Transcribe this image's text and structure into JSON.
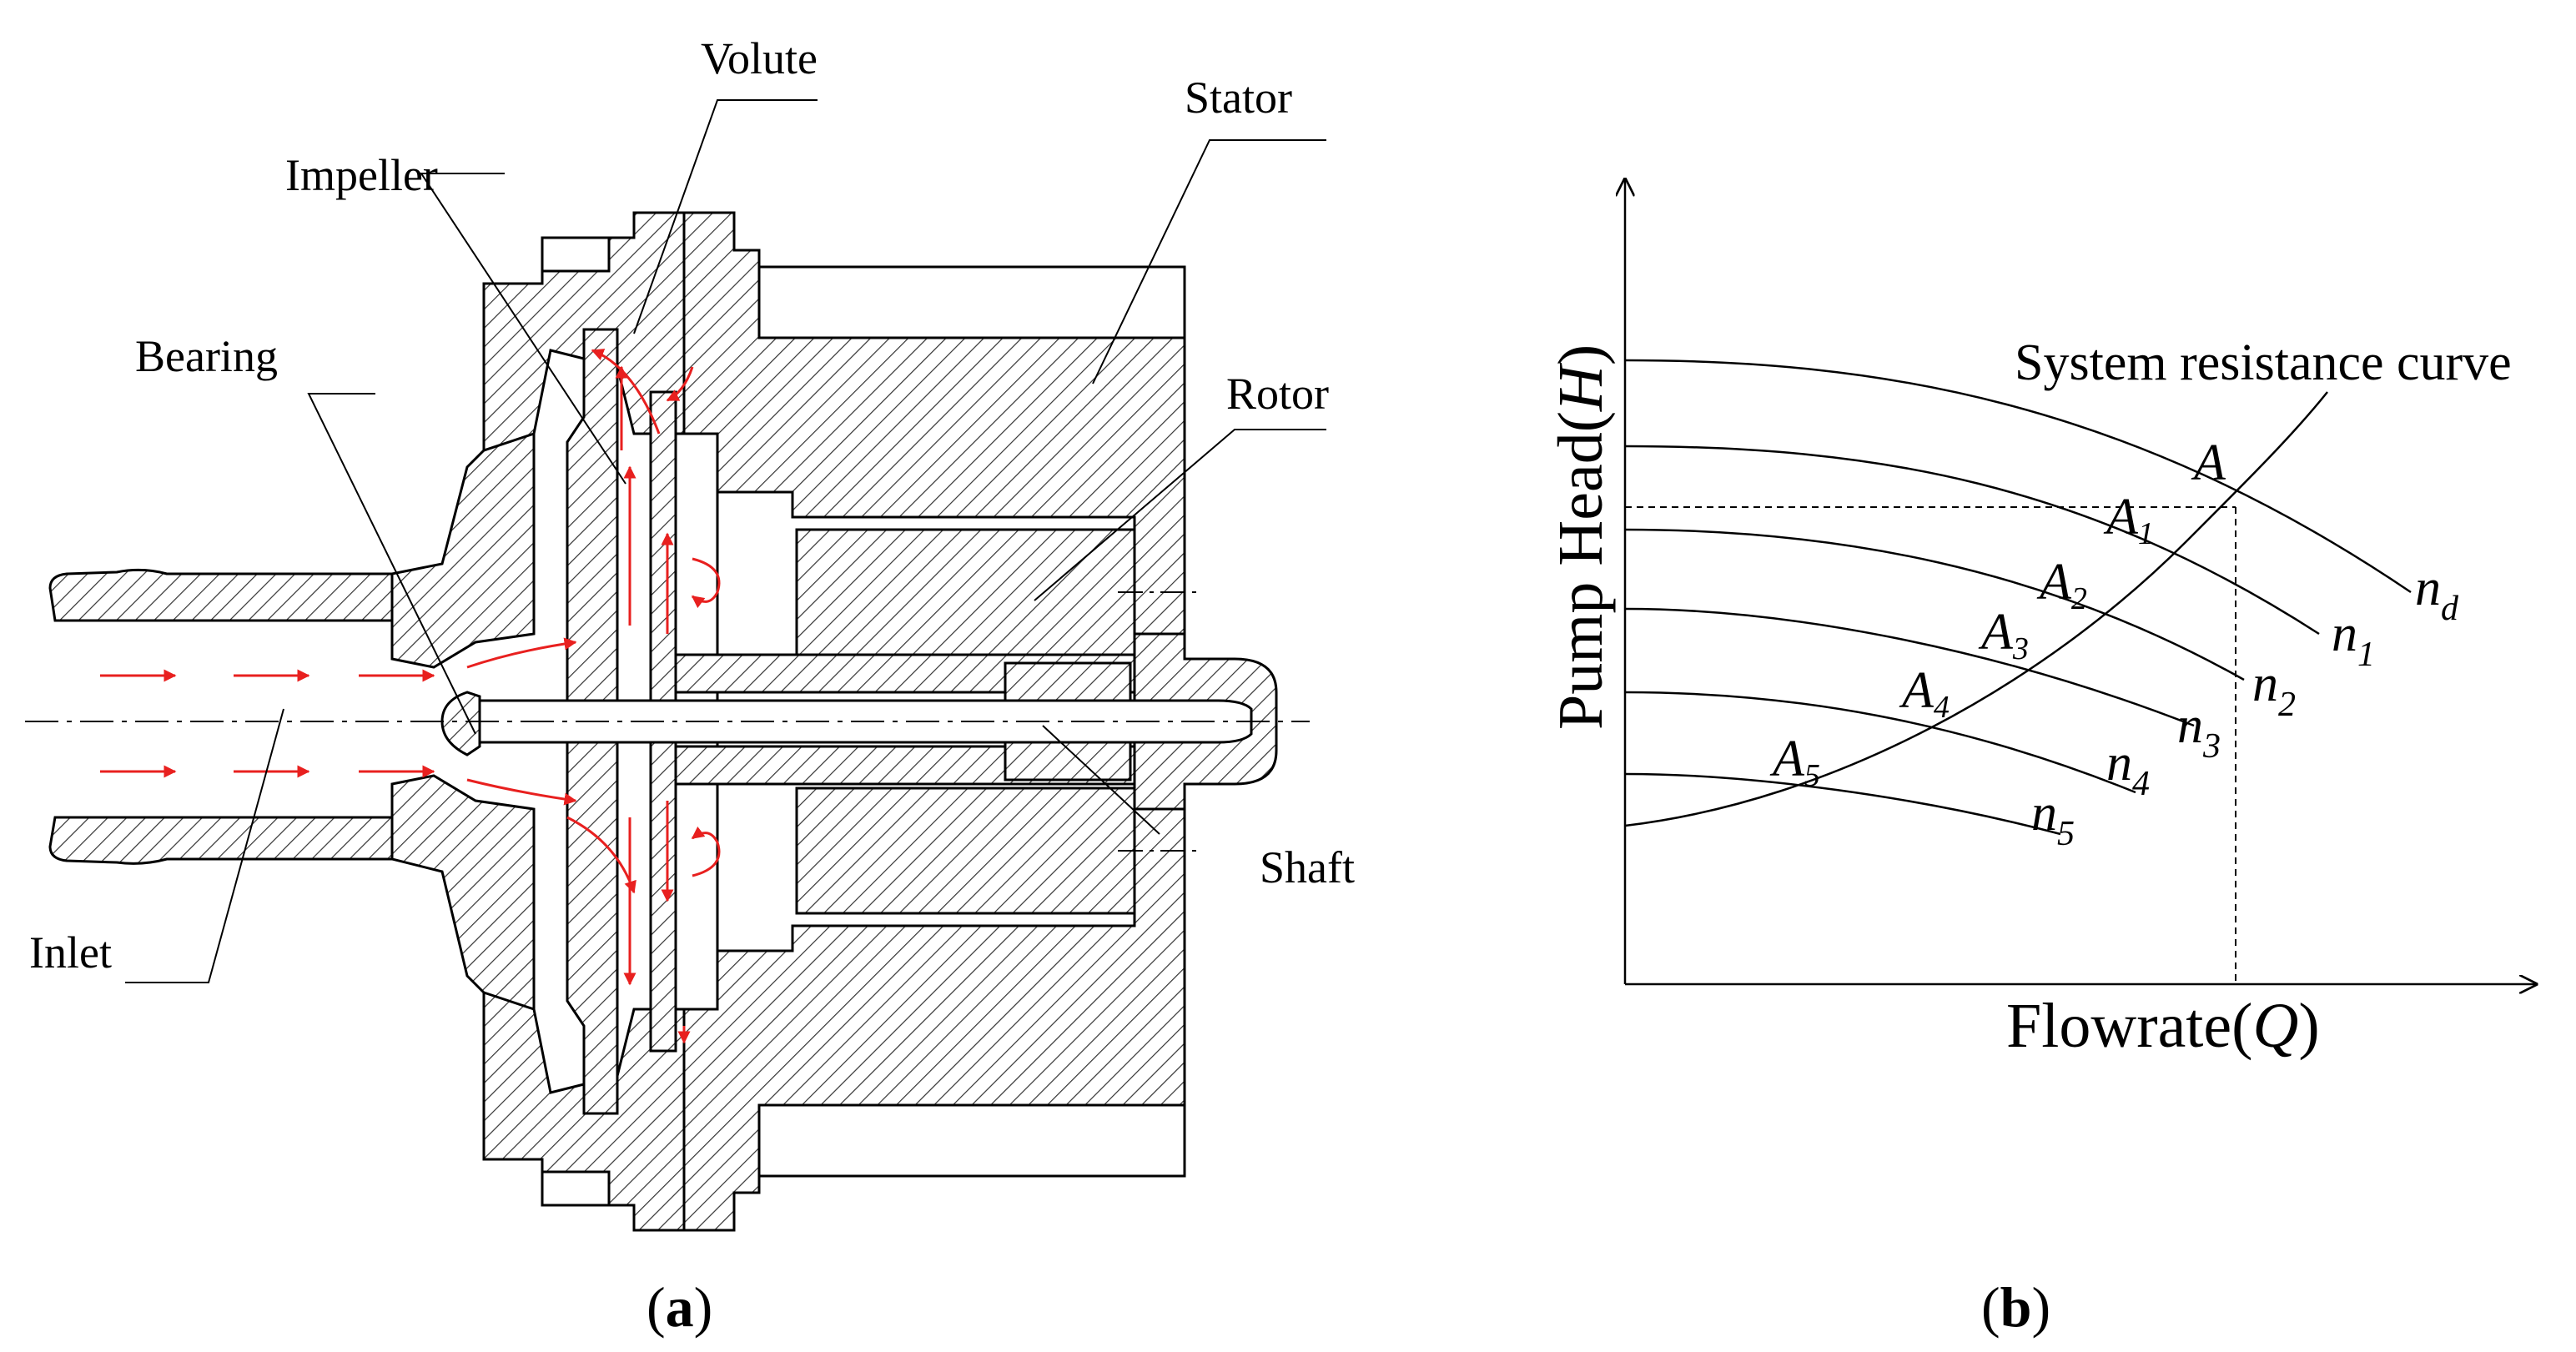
{
  "panel_a": {
    "caption": "(a)",
    "caption_open": "(",
    "caption_letter": "a",
    "caption_close": ")",
    "labels": {
      "volute": "Volute",
      "stator": "Stator",
      "impeller": "Impeller",
      "bearing": "Bearing",
      "rotor": "Rotor",
      "shaft": "Shaft",
      "inlet": "Inlet"
    },
    "colors": {
      "flow_arrows": "#e8201f",
      "hatch": "#333333"
    }
  },
  "panel_b": {
    "caption_open": "(",
    "caption_letter": "b",
    "caption_close": ")",
    "ylabel_text": "Pump Head(",
    "ylabel_var": "H",
    "ylabel_close": ")",
    "xlabel_text": "Flowrate(",
    "xlabel_var": "Q",
    "xlabel_close": ")",
    "system_curve_label": "System resistance curve",
    "points": [
      {
        "base": "A",
        "sub": ""
      },
      {
        "base": "A",
        "sub": "1"
      },
      {
        "base": "A",
        "sub": "2"
      },
      {
        "base": "A",
        "sub": "3"
      },
      {
        "base": "A",
        "sub": "4"
      },
      {
        "base": "A",
        "sub": "5"
      }
    ],
    "speed_curves": [
      {
        "base": "n",
        "sub": "d"
      },
      {
        "base": "n",
        "sub": "1"
      },
      {
        "base": "n",
        "sub": "2"
      },
      {
        "base": "n",
        "sub": "3"
      },
      {
        "base": "n",
        "sub": "4"
      },
      {
        "base": "n",
        "sub": "5"
      }
    ]
  }
}
